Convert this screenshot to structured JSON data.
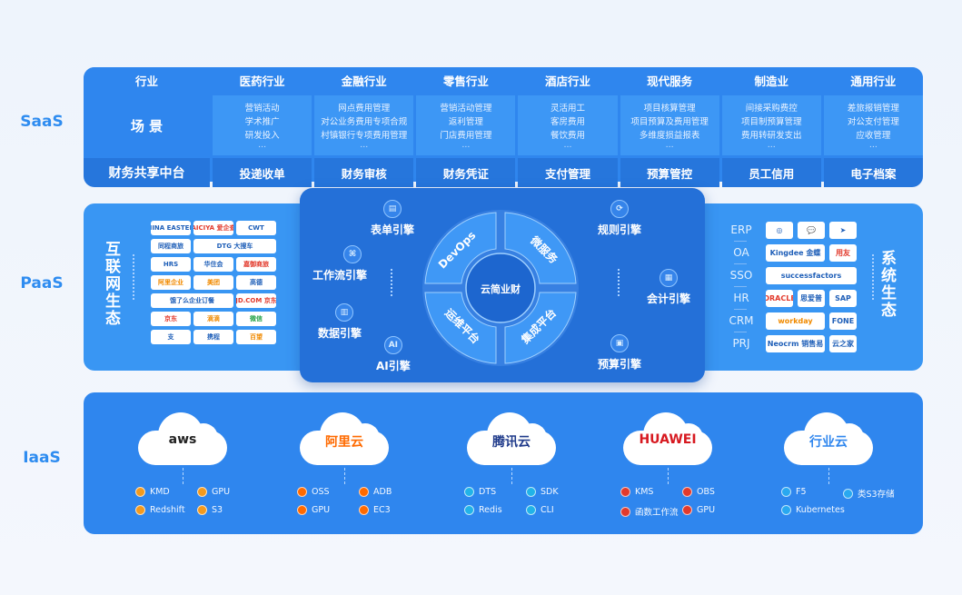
{
  "layers": {
    "saas": "SaaS",
    "paas": "PaaS",
    "iaas": "IaaS"
  },
  "saas": {
    "header_label": "行业",
    "scene_label": "场 景",
    "platform_label": "财务共享中台",
    "ellipsis": "…",
    "columns": [
      {
        "industry": "医药行业",
        "scenes": [
          "营销活动",
          "学术推广",
          "研发投入"
        ],
        "module": "投递收单"
      },
      {
        "industry": "金融行业",
        "scenes": [
          "网点费用管理",
          "对公业务费用专项合规",
          "村镇银行专项费用管理"
        ],
        "module": "财务审核"
      },
      {
        "industry": "零售行业",
        "scenes": [
          "营销活动管理",
          "返利管理",
          "门店费用管理"
        ],
        "module": "财务凭证"
      },
      {
        "industry": "酒店行业",
        "scenes": [
          "灵活用工",
          "客房费用",
          "餐饮费用"
        ],
        "module": "支付管理"
      },
      {
        "industry": "现代服务",
        "scenes": [
          "项目核算管理",
          "项目预算及费用管理",
          "多维度损益报表"
        ],
        "module": "预算管控"
      },
      {
        "industry": "制造业",
        "scenes": [
          "间接采购费控",
          "项目制预算管理",
          "费用转研发支出"
        ],
        "module": "员工信用"
      },
      {
        "industry": "通用行业",
        "scenes": [
          "差旅报销管理",
          "对公支付管理",
          "应收管理"
        ],
        "module": "电子档案"
      }
    ]
  },
  "paas": {
    "left_title": "互联网生态",
    "right_title": "系统生态",
    "internet_logos": [
      {
        "text": "CHINA EASTERN",
        "style": ""
      },
      {
        "text": "AICIYA 爱企查",
        "style": "r"
      },
      {
        "text": "CWT",
        "style": ""
      },
      {
        "text": "同程商旅",
        "style": ""
      },
      {
        "text": "DTG 大搜车",
        "style": ""
      },
      {
        "text": "HRS",
        "style": ""
      },
      {
        "text": "华住会",
        "style": ""
      },
      {
        "text": "嘉御商旅",
        "style": "r"
      },
      {
        "text": "阿里企业",
        "style": "o"
      },
      {
        "text": "美团",
        "style": "o"
      },
      {
        "text": "高德",
        "style": ""
      },
      {
        "text": "饿了么企业订餐",
        "style": ""
      },
      {
        "text": "JD.COM 京东",
        "style": "r"
      },
      {
        "text": "京东",
        "style": "r"
      },
      {
        "text": "滴滴",
        "style": "o"
      },
      {
        "text": "微信",
        "style": "g"
      },
      {
        "text": "支",
        "style": ""
      },
      {
        "text": "携程",
        "style": ""
      },
      {
        "text": "百望",
        "style": "o"
      }
    ],
    "core_logo": "云简业财",
    "ring": [
      "DevOps",
      "微服务",
      "集成平台",
      "运维平台"
    ],
    "engines": {
      "form": "表单引擎",
      "workflow": "工作流引擎",
      "data": "数据引擎",
      "ai": "AI引擎",
      "rules": "规则引擎",
      "accounting": "会计引擎",
      "budget": "预算引擎"
    },
    "system_names": [
      "ERP",
      "OA",
      "SSO",
      "HR",
      "CRM",
      "PRJ"
    ],
    "system_logos": [
      {
        "text": "◎",
        "style": "",
        "span": 1
      },
      {
        "text": "💬",
        "style": "",
        "span": 1
      },
      {
        "text": "➤",
        "style": "",
        "span": 1
      },
      {
        "text": "Kingdee 金蝶",
        "style": "",
        "span": 2
      },
      {
        "text": "用友",
        "style": "r",
        "span": 1
      },
      {
        "text": "successfactors",
        "style": "",
        "span": 3
      },
      {
        "text": "ORACLE",
        "style": "r",
        "span": 1
      },
      {
        "text": "思爱普",
        "style": "",
        "span": 1
      },
      {
        "text": "SAP",
        "style": "",
        "span": 1
      },
      {
        "text": "workday",
        "style": "o",
        "span": 2
      },
      {
        "text": "FONE",
        "style": "",
        "span": 1
      },
      {
        "text": "Neocrm 销售易",
        "style": "",
        "span": 2
      },
      {
        "text": "云之家",
        "style": "",
        "span": 1
      }
    ]
  },
  "iaas": {
    "providers": [
      {
        "name": "aws",
        "color": "#222222",
        "services": [
          "KMD",
          "GPU",
          "Redshift",
          "S3"
        ],
        "icon_color": "#f39a1e"
      },
      {
        "name": "阿里云",
        "color": "#ff6a00",
        "services": [
          "OSS",
          "ADB",
          "GPU",
          "EC3"
        ],
        "icon_color": "#ff6a00"
      },
      {
        "name": "腾讯云",
        "color": "#1f3a8a",
        "services": [
          "DTS",
          "SDK",
          "Redis",
          "CLI"
        ],
        "icon_color": "#21b3e8"
      },
      {
        "name": "HUAWEI",
        "color": "#d71920",
        "services": [
          "KMS",
          "OBS",
          "函数工作流",
          "GPU"
        ],
        "icon_color": "#e23a2c"
      },
      {
        "name": "行业云",
        "color": "#2f86ee",
        "services": [
          "F5",
          "类S3存储",
          "Kubernetes",
          ""
        ],
        "icon_color": "#29a8f0"
      }
    ]
  }
}
